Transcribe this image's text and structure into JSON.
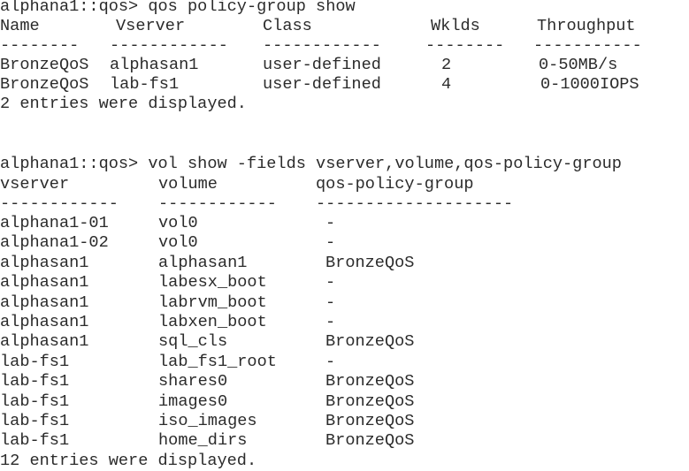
{
  "section1": {
    "prompt": "alphana1::qos> qos policy-group show",
    "headers": [
      "Name",
      "Vserver",
      "Class",
      "Wklds",
      "Throughput"
    ],
    "separators": [
      "--------",
      "------------",
      "------------",
      "--------",
      "-----------"
    ],
    "rows": [
      [
        "BronzeQoS",
        "alphasan1",
        "user-defined",
        "2",
        "0-50MB/s"
      ],
      [
        "BronzeQoS",
        "lab-fs1",
        "user-defined",
        "4",
        "0-1000IOPS"
      ]
    ],
    "footer": "2 entries were displayed."
  },
  "section2": {
    "prompt": "alphana1::qos> vol show -fields vserver,volume,qos-policy-group",
    "headers": [
      "vserver",
      "volume",
      "qos-policy-group"
    ],
    "separators": [
      "------------",
      "------------",
      "--------------------"
    ],
    "rows": [
      [
        "alphana1-01",
        "vol0",
        "-"
      ],
      [
        "alphana1-02",
        "vol0",
        "-"
      ],
      [
        "alphasan1",
        "alphasan1",
        "BronzeQoS"
      ],
      [
        "alphasan1",
        "labesx_boot",
        "-"
      ],
      [
        "alphasan1",
        "labrvm_boot",
        "-"
      ],
      [
        "alphasan1",
        "labxen_boot",
        "-"
      ],
      [
        "alphasan1",
        "sql_cls",
        "BronzeQoS"
      ],
      [
        "lab-fs1",
        "lab_fs1_root",
        "-"
      ],
      [
        "lab-fs1",
        "shares0",
        "BronzeQoS"
      ],
      [
        "lab-fs1",
        "images0",
        "BronzeQoS"
      ],
      [
        "lab-fs1",
        "iso_images",
        "BronzeQoS"
      ],
      [
        "lab-fs1",
        "home_dirs",
        "BronzeQoS"
      ]
    ],
    "footer": "12 entries were displayed."
  }
}
